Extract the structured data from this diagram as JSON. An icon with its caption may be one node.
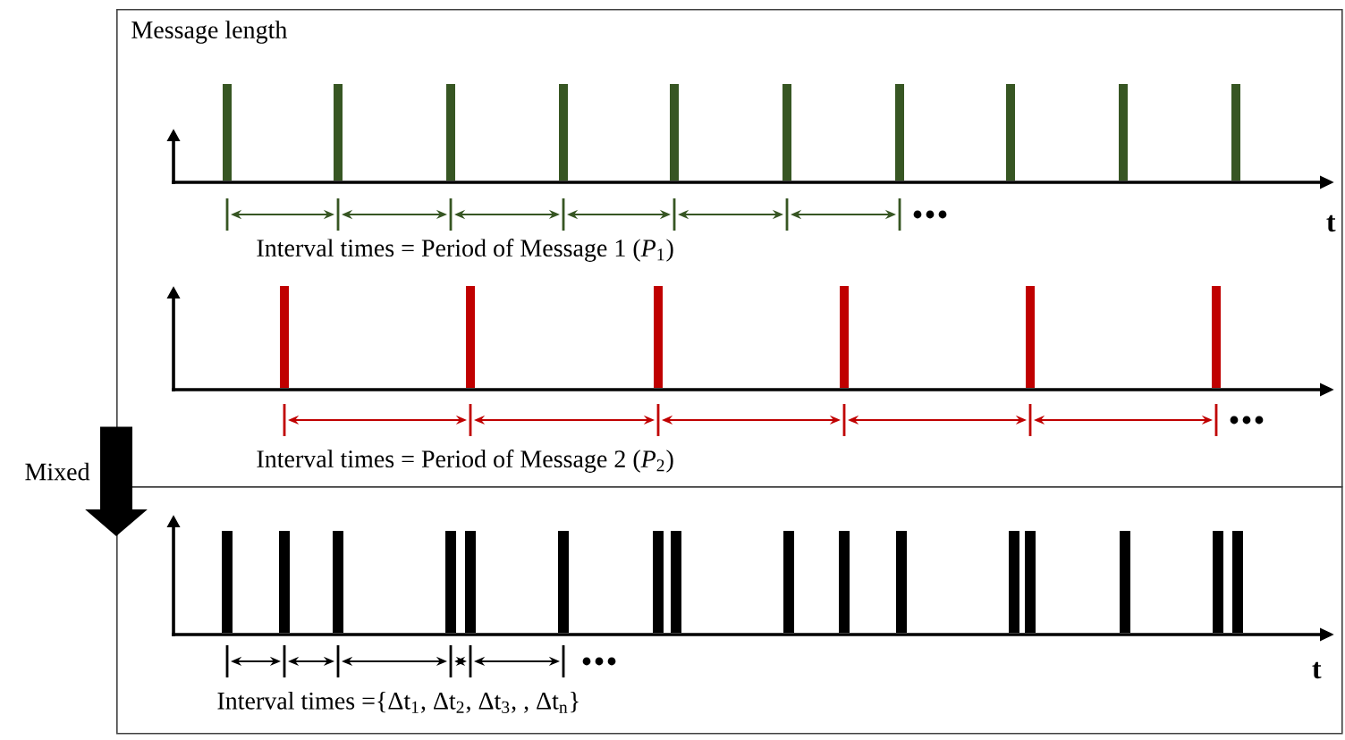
{
  "diagram": {
    "nodes": [
      {
        "text": [],
        "shape": "box"
      },
      {
        "text": [],
        "shape": "box"
      }
    ],
    "edges": [
      {
        "from": 0,
        "to": 1,
        "arrow": "to",
        "label": "Mixed"
      }
    ],
    "labels": [
      "Message length",
      "t",
      "Interval times = Period of Message 1 (*P*$_{1}$)",
      "Interval times = Period of Message 2 (*P*$_{2}$)",
      "t",
      "Interval times ={Δt$_{1}$, Δt$_{2}$, Δt$_{3}$, , Δt$_{n}$}"
    ]
  }
}
